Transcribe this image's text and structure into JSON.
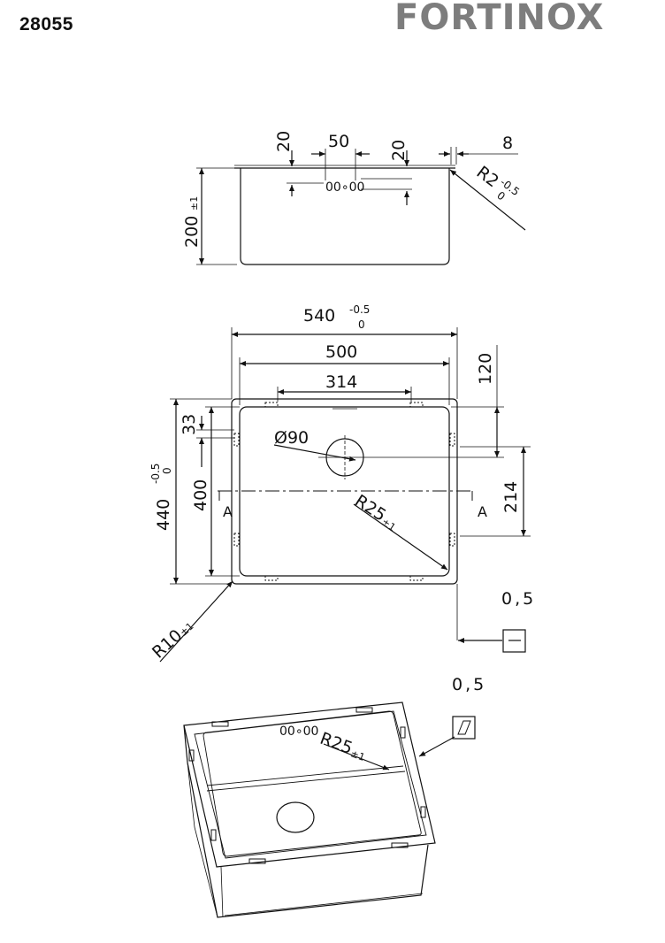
{
  "header": {
    "product_code": "28055",
    "brand_logo": "FORTINOX"
  },
  "side_view": {
    "dim_height": "200",
    "dim_height_tol": "±1",
    "dim_20_left": "20",
    "dim_50": "50",
    "dim_20_right": "20",
    "dim_8": "8",
    "radius": "R2",
    "radius_tol_upper": "-0.5",
    "radius_tol_lower": "0",
    "overflow_symbol": "00∘00"
  },
  "top_view": {
    "dim_540": "540",
    "dim_540_tol_upper": "-0.5",
    "dim_540_tol_lower": "0",
    "dim_500": "500",
    "dim_314": "314",
    "dim_120": "120",
    "dim_33": "33",
    "dim_440": "440",
    "dim_440_tol_upper": "-0.5",
    "dim_440_tol_lower": "0",
    "dim_400": "400",
    "dim_214": "214",
    "drain": "Ø90",
    "radius_inner": "R25",
    "radius_inner_tol": "±1",
    "radius_outer": "R10",
    "radius_outer_tol": "±1",
    "section_left": "A",
    "section_right": "A",
    "flatness_value": "0,5"
  },
  "iso_view": {
    "flatness_value": "0,5",
    "radius": "R25",
    "radius_tol": "±1",
    "overflow_symbol": "00∘00"
  }
}
